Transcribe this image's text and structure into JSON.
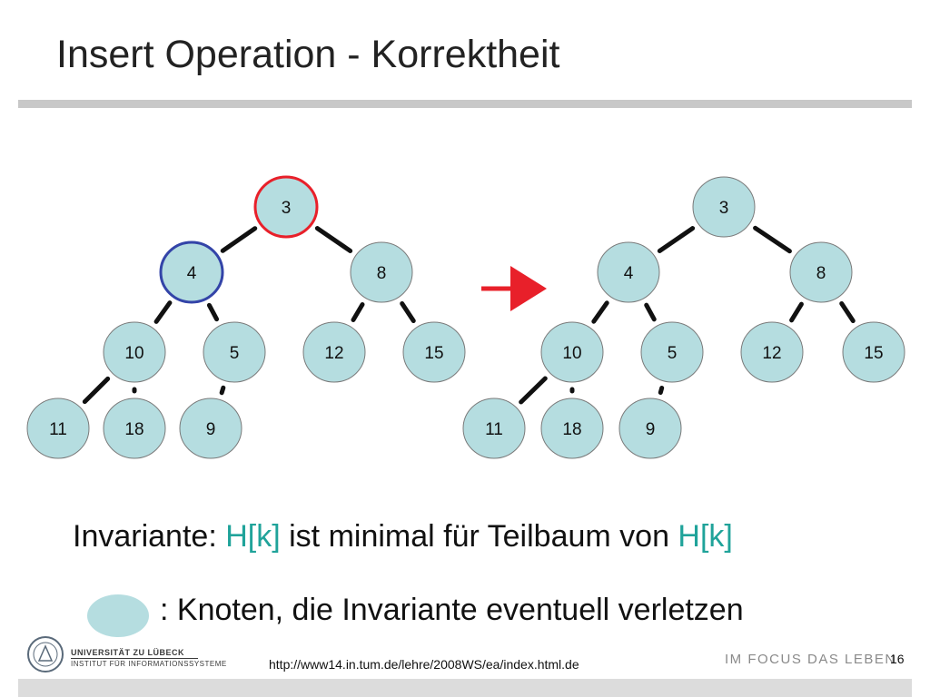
{
  "slide": {
    "title": "Insert Operation - Korrektheit",
    "source_url": "http://www14.in.tum.de/lehre/2008WS/ea/index.html.de",
    "slide_number": "16"
  },
  "colors": {
    "node_fill": "#b5dde0",
    "node_stroke": "#7a7a7a",
    "edge": "#111111",
    "highlight_red": "#e8202a",
    "highlight_blue": "#3344a8",
    "arrow": "#e8202a",
    "accent_teal": "#20a39a"
  },
  "trees": {
    "before": {
      "nodes": [
        "3",
        "4",
        "8",
        "10",
        "5",
        "12",
        "15",
        "11",
        "18",
        "9"
      ],
      "highlight_red": "3",
      "highlight_blue": "4"
    },
    "after": {
      "nodes": [
        "3",
        "4",
        "8",
        "10",
        "5",
        "12",
        "15",
        "11",
        "18",
        "9"
      ]
    }
  },
  "invariant": {
    "prefix": "Invariante: ",
    "hk1": "H[k]",
    "middle": " ist minimal für Teilbaum von ",
    "hk2": "H[k]"
  },
  "legend": {
    "text": ": Knoten, die Invariante eventuell verletzen"
  },
  "footer": {
    "university": "UNIVERSITÄT ZU LÜBECK",
    "institute": "INSTITUT FÜR INFORMATIONSSYSTEME",
    "motto": "IM FOCUS DAS LEBEN"
  }
}
